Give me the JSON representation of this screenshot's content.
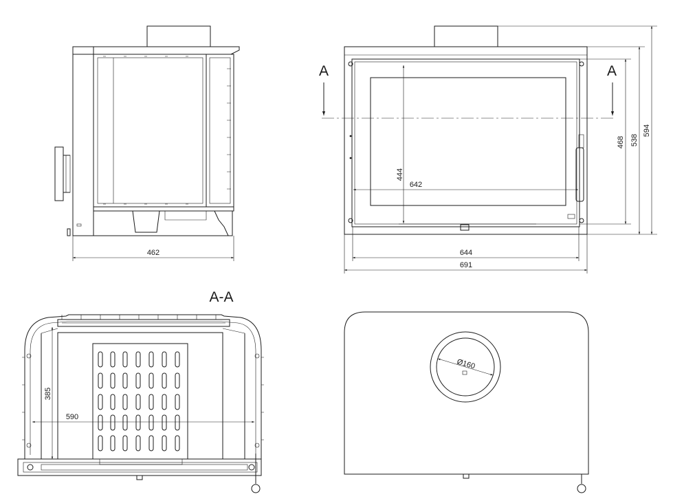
{
  "side_view": {
    "width_label": "462"
  },
  "front_view": {
    "section_marker_left": "A",
    "section_marker_right": "A",
    "glass_height_label": "444",
    "glass_width_label": "642",
    "door_width_label": "644",
    "overall_width_label": "691",
    "height_468_label": "468",
    "height_538_label": "538",
    "height_594_label": "594"
  },
  "section_view": {
    "title": "A-A",
    "depth_label": "385",
    "width_label": "590"
  },
  "top_view": {
    "flue_diameter_label": "Ø160"
  }
}
